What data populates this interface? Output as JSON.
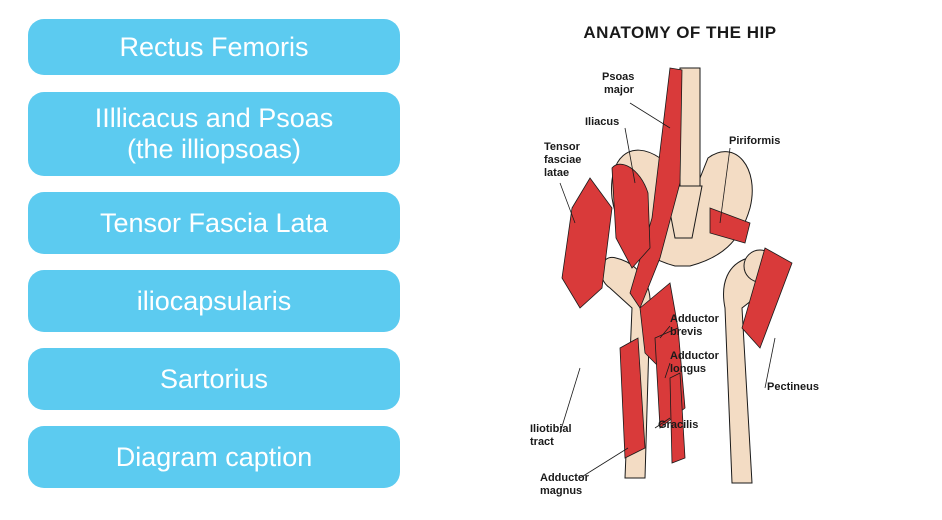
{
  "options": [
    {
      "label": "Rectus Femoris"
    },
    {
      "label": "IIllicacus and Psoas\n(the illiopsoas)"
    },
    {
      "label": "Tensor Fascia Lata"
    },
    {
      "label": "iliocapsularis"
    },
    {
      "label": "Sartorius"
    },
    {
      "label": "Diagram caption"
    }
  ],
  "diagram": {
    "title": "ANATOMY OF THE HIP",
    "labels": {
      "psoas_major": [
        "Psoas",
        "major"
      ],
      "iliacus": [
        "Iliacus"
      ],
      "tensor_fasciae_latae": [
        "Tensor",
        "fasciae",
        "latae"
      ],
      "piriformis": [
        "Piriformis"
      ],
      "adductor_brevis": [
        "Adductor",
        "brevis"
      ],
      "adductor_longus": [
        "Adductor",
        "longus"
      ],
      "pectineus": [
        "Pectineus"
      ],
      "gracilis": [
        "Gracilis"
      ],
      "iliotibial_tract": [
        "Iliotibial",
        "tract"
      ],
      "adductor_magnus": [
        "Adductor",
        "magnus"
      ]
    },
    "colors": {
      "muscle": "#d93a3a",
      "bone": "#f3dcc4",
      "outline": "#1a1a1a",
      "button": "#5ccbf0"
    }
  }
}
